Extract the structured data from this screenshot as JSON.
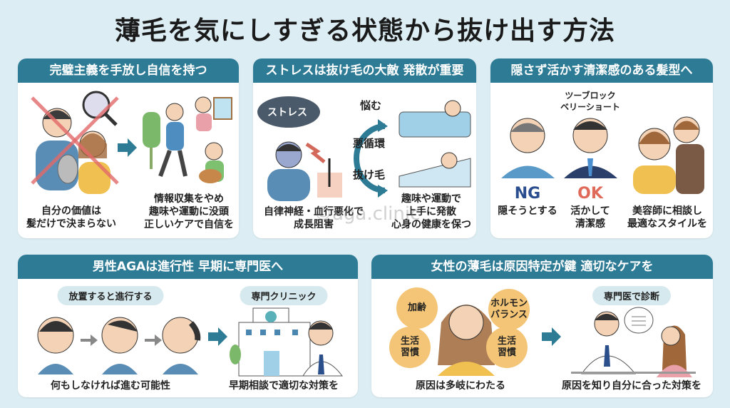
{
  "title": "薄毛を気にしすぎる状態から抜け出す方法",
  "watermark": "©aga.clinic",
  "colors": {
    "header": "#2e7b96",
    "background": "#dcedf3",
    "ng": "#2a4d8f",
    "ok": "#e06a5a",
    "bubble": "#f4c576"
  },
  "panels": [
    {
      "header": "完璧主義を手放し自信を持つ",
      "left_caption": [
        "自分の価値は",
        "髪だけで決まらない"
      ],
      "right_caption": [
        "情報収集をやめ",
        "趣味や運動に没頭",
        "正しいケアで自信を"
      ]
    },
    {
      "header": "ストレスは抜け毛の大敵 発散が重要",
      "cloud": "ストレス",
      "cycle": {
        "top": "悩む",
        "center": "悪循環",
        "bottom": "抜け毛"
      },
      "left_caption": [
        "自律神経・血行悪化で",
        "成長阻害"
      ],
      "right_caption": [
        "趣味や運動で",
        "上手に発散",
        "心身の健康を保つ"
      ]
    },
    {
      "header": "隠さず活かす清潔感のある髪型へ",
      "style_label": [
        "ツーブロック",
        "ベリーショート"
      ],
      "ng": "NG",
      "ng_caption": "隠そうとする",
      "ok": "OK",
      "ok_caption": [
        "活かして",
        "清潔感"
      ],
      "right_caption": [
        "美容師に相談し",
        "最適なスタイルを"
      ]
    },
    {
      "header": "男性AGAは進行性 早期に専門医へ",
      "left_pill": "放置すると進行する",
      "right_pill": "専門クリニック",
      "left_caption": "何もしなければ進む可能性",
      "right_caption": "早期相談で適切な対策を"
    },
    {
      "header": "女性の薄毛は原因特定が鍵 適切なケアを",
      "bubbles": [
        [
          "加齢"
        ],
        [
          "ホルモン",
          "バランス"
        ],
        [
          "生活",
          "習慣"
        ],
        [
          "生活",
          "習慣"
        ]
      ],
      "right_pill": "専門医で診断",
      "left_caption": "原因は多岐にわたる",
      "right_caption": "原因を知り自分に合った対策を"
    }
  ]
}
